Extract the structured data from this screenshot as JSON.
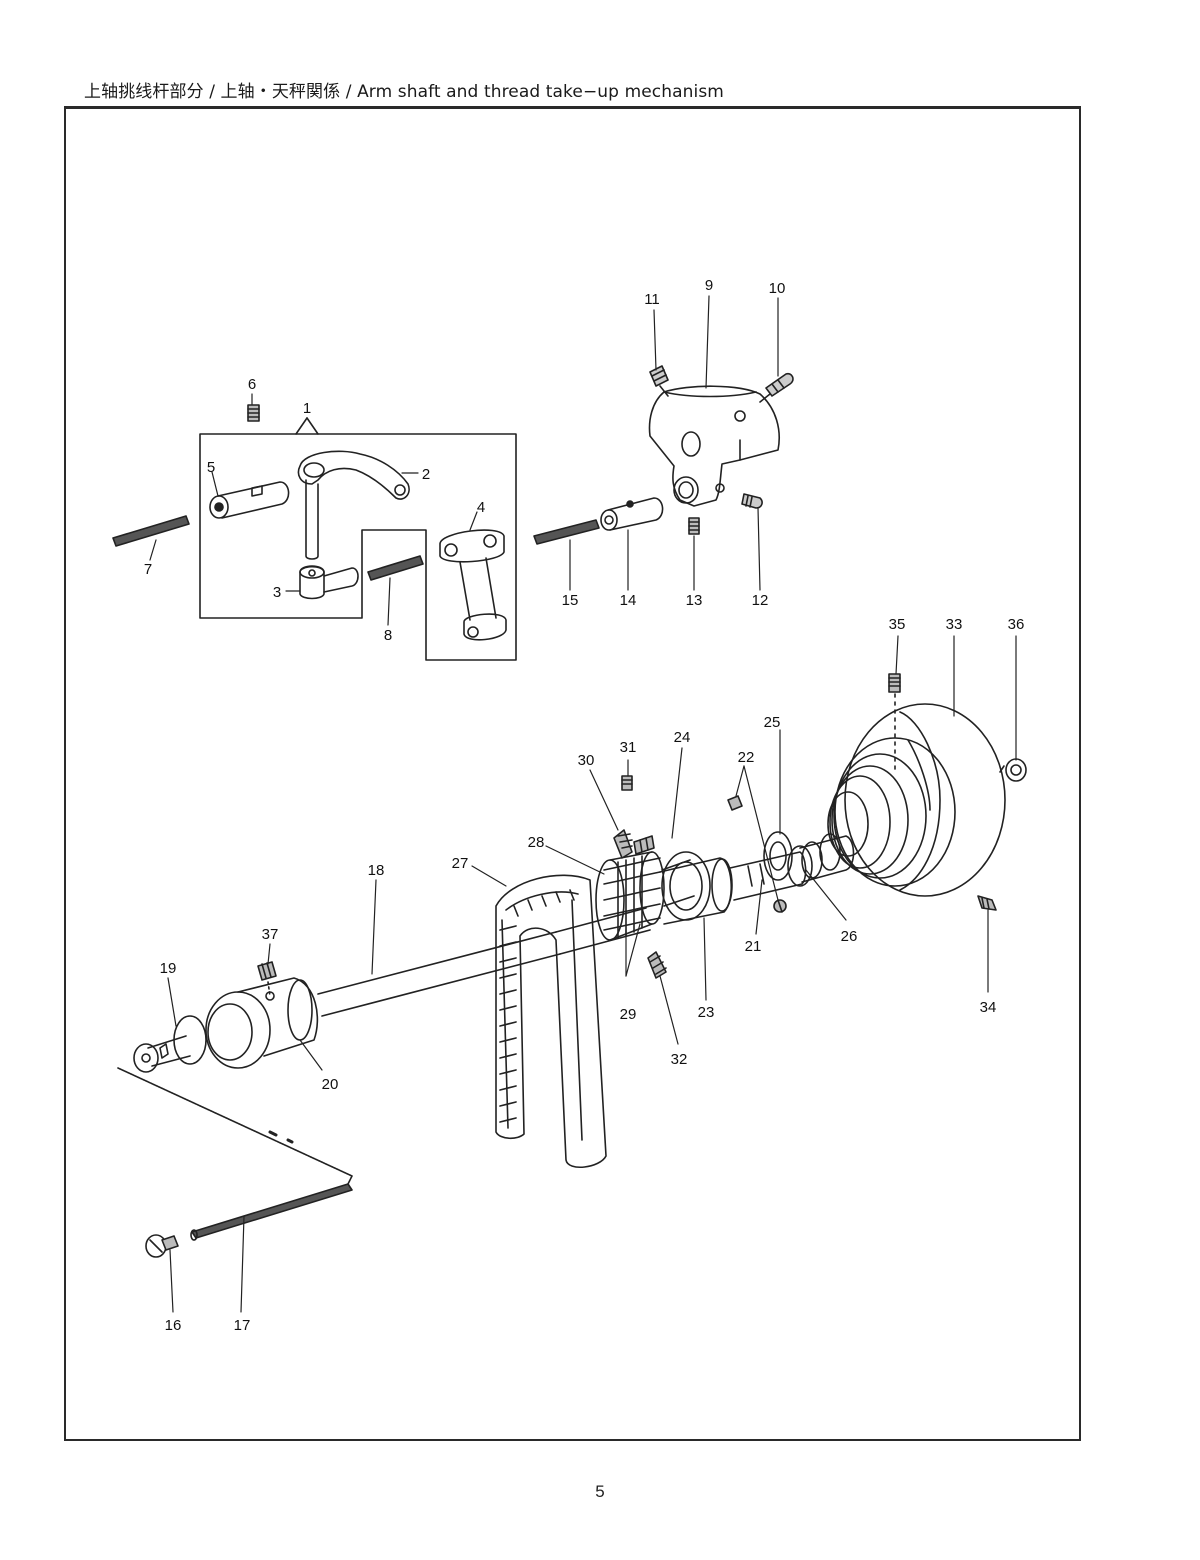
{
  "title": "上轴挑线杆部分 / 上轴・天秤関係 / Arm shaft and thread take−up mechanism",
  "page_number": "5",
  "callouts": [
    "1",
    "2",
    "3",
    "4",
    "5",
    "6",
    "7",
    "8",
    "9",
    "10",
    "11",
    "12",
    "13",
    "14",
    "15",
    "16",
    "17",
    "18",
    "19",
    "20",
    "21",
    "22",
    "23",
    "24",
    "25",
    "26",
    "27",
    "28",
    "29",
    "30",
    "31",
    "32",
    "33",
    "34",
    "35",
    "36",
    "37"
  ]
}
